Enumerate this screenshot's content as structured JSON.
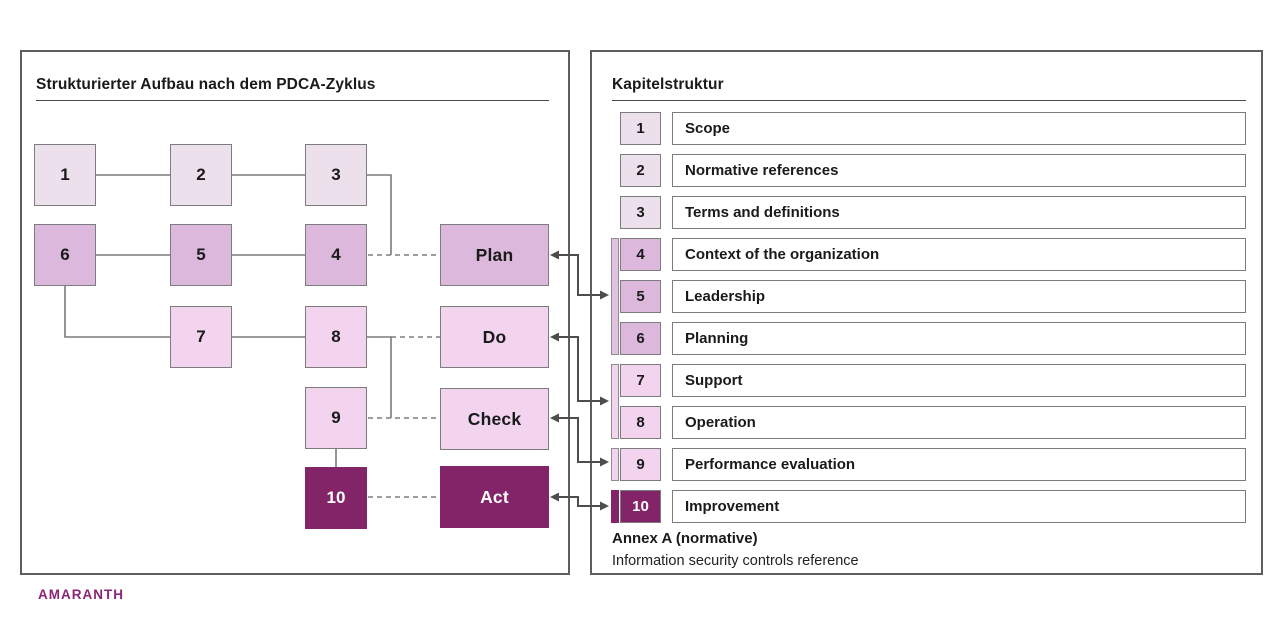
{
  "left_panel": {
    "title": "Strukturierter Aufbau nach dem PDCA-Zyklus",
    "flow_boxes": [
      {
        "label": "1"
      },
      {
        "label": "2"
      },
      {
        "label": "3"
      },
      {
        "label": "4"
      },
      {
        "label": "5"
      },
      {
        "label": "6"
      },
      {
        "label": "7"
      },
      {
        "label": "8"
      },
      {
        "label": "9"
      },
      {
        "label": "10"
      }
    ],
    "pdca": {
      "plan": "Plan",
      "do": "Do",
      "check": "Check",
      "act": "Act"
    }
  },
  "right_panel": {
    "title": "Kapitelstruktur",
    "chapters": [
      {
        "num": "1",
        "title": "Scope"
      },
      {
        "num": "2",
        "title": "Normative references"
      },
      {
        "num": "3",
        "title": "Terms and definitions"
      },
      {
        "num": "4",
        "title": "Context of the organization"
      },
      {
        "num": "5",
        "title": "Leadership"
      },
      {
        "num": "6",
        "title": "Planning"
      },
      {
        "num": "7",
        "title": "Support"
      },
      {
        "num": "8",
        "title": "Operation"
      },
      {
        "num": "9",
        "title": "Performance evaluation"
      },
      {
        "num": "10",
        "title": "Improvement"
      }
    ],
    "annex": {
      "title": "Annex A (normative)",
      "subtitle": "Information security controls reference"
    }
  },
  "footer": {
    "brand": "AMARANTH"
  },
  "colors": {
    "group_1_3": "#ede0ed",
    "group_4_6": "#dcb8dc",
    "group_7_9": "#f2d4ee",
    "group_10": "#832368",
    "box_border": "#7c7c7c",
    "panel_border": "#5e5e5e",
    "connector": "#7b7b7b",
    "arrow": "#4d4d4d",
    "brand_text": "#8b2576"
  }
}
